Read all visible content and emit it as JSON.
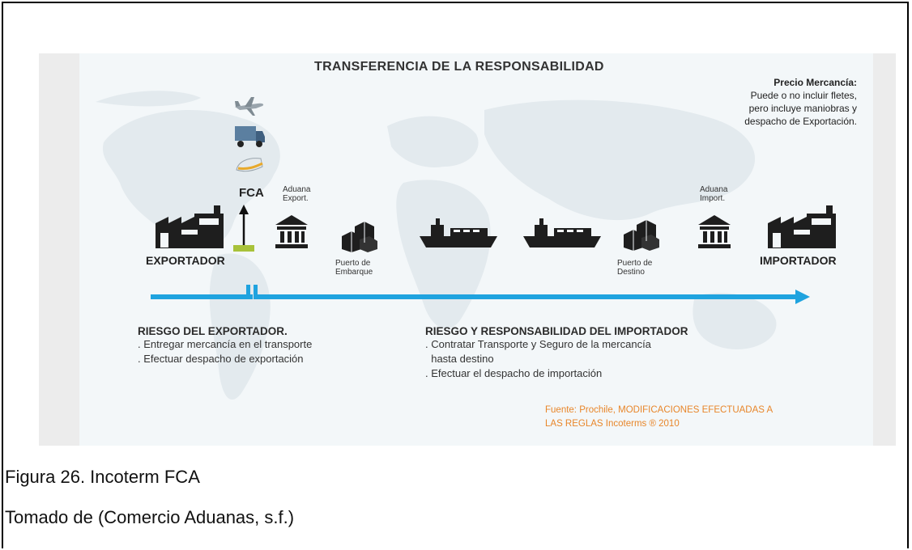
{
  "diagram": {
    "title": "TRANSFERENCIA DE LA RESPONSABILIDAD",
    "price_title": "Precio Mercancía:",
    "price_lines": [
      "Puede o no incluir fletes,",
      "pero incluye maniobras y",
      "despacho de Exportación."
    ],
    "fca_label": "FCA",
    "aduana_export": [
      "Aduana",
      "Export."
    ],
    "aduana_import": [
      "Aduana",
      "Import."
    ],
    "exportador": "EXPORTADOR",
    "importador": "IMPORTADOR",
    "puerto_embarque": [
      "Puerto de",
      "Embarque"
    ],
    "puerto_destino": [
      "Puerto de",
      "Destino"
    ],
    "risk_exporter_title": "RIESGO DEL EXPORTADOR.",
    "risk_exporter_lines": [
      ". Entregar mercancía en el  transporte",
      ". Efectuar despacho de exportación"
    ],
    "risk_importer_title": "RIESGO Y RESPONSABILIDAD DEL IMPORTADOR",
    "risk_importer_lines": [
      ". Contratar Transporte y Seguro de la mercancía",
      "  hasta destino",
      ". Efectuar el despacho de importación"
    ],
    "source_lines": [
      "Fuente: Prochile, MODIFICACIONES EFECTUADAS A",
      "LAS REGLAS Incoterms ® 2010"
    ],
    "colors": {
      "arrow": "#1fa3df",
      "icon": "#1e1e1e",
      "source": "#e8862a",
      "platform": "#a8c23a"
    },
    "icons": [
      "airplane-icon",
      "truck-icon",
      "train-icon",
      "factory-icon",
      "customs-building-icon",
      "boxes-icon",
      "ship-icon"
    ]
  },
  "caption": {
    "figure": "Figura 26. Incoterm FCA",
    "source": "Tomado de (Comercio Aduanas, s.f.)"
  }
}
